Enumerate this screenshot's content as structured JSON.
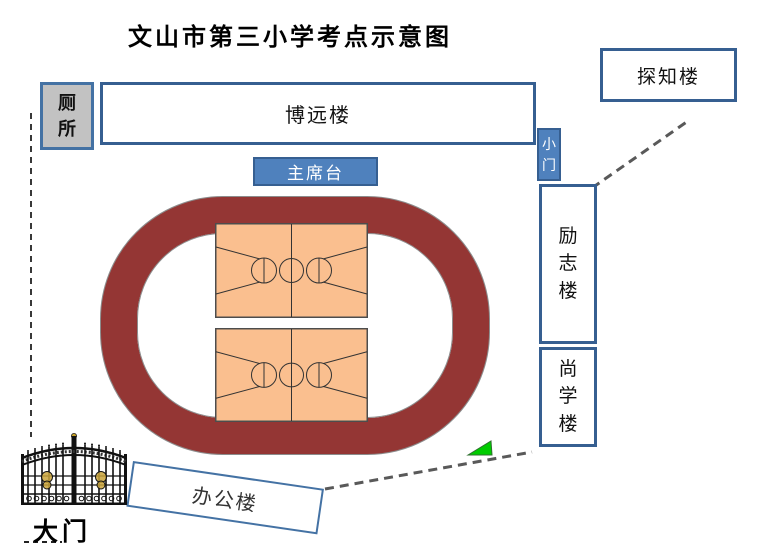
{
  "title": "文山市第三小学考点示意图",
  "labels": {
    "toilet": "厕所",
    "boyuan_building": "博远楼",
    "tanzhi_building": "探知楼",
    "small_gate": "小门",
    "rostrum": "主席台",
    "lizhi_building": "励志楼",
    "shangxue_building": "尚学楼",
    "office_building": "办公楼",
    "main_gate": "大门"
  },
  "figures": {
    "running_track": "stadium-ring",
    "basketball_courts": 2,
    "main_gate_icon": "wrought-iron-gate",
    "flag_marker": "green-triangle-flag",
    "route_lines": "dashed-paths"
  },
  "colors": {
    "accent_blue_fill": "#4F81BD",
    "box_border_blue": "#365F91",
    "toilet_gray": "#C2C2C2",
    "track_red": "#943634",
    "court_tan": "#FABF8F",
    "flag_green": "#00CC00",
    "dash_gray": "#595959"
  }
}
